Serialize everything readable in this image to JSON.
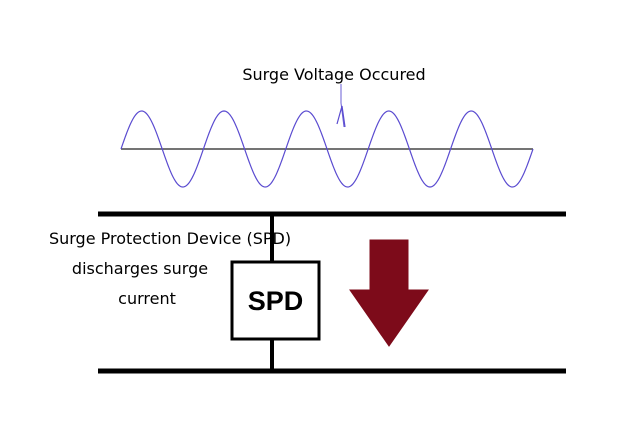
{
  "labels": {
    "surge_title": "Surge Voltage Occured",
    "spd_caption_line1": "Surge Protection Device (SPD)",
    "spd_caption_line2": "discharges surge",
    "spd_caption_line3": "current",
    "spd_box": "SPD"
  },
  "colors": {
    "wave": "#5a4bd0",
    "line": "#000000",
    "arrow": "#7d0b1a"
  },
  "icons": {
    "arrow": "down-arrow-icon"
  }
}
